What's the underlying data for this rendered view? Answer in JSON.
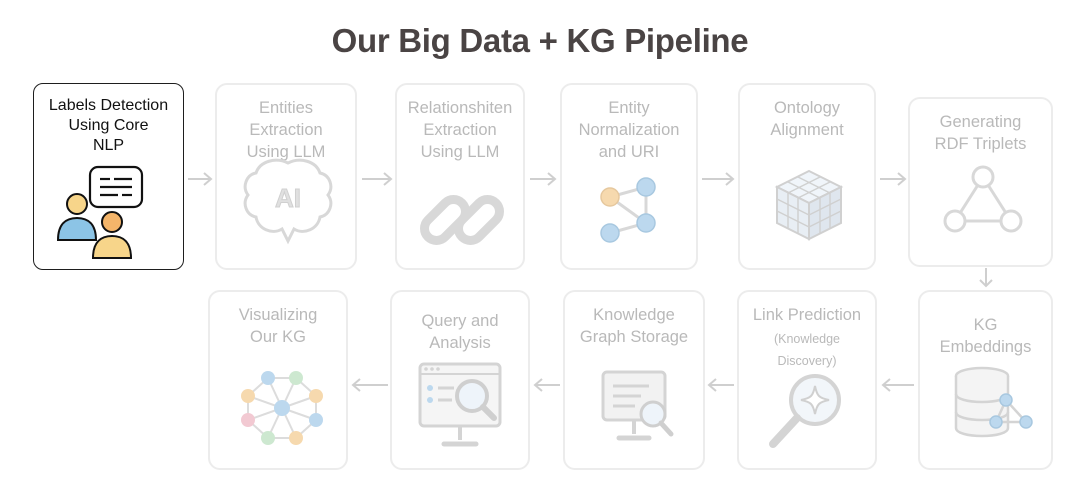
{
  "title": "Our Big Data + KG Pipeline",
  "steps": [
    {
      "label": "Labels Detection\nUsing Core\nNLP",
      "icon": "people-chat-icon",
      "active": true
    },
    {
      "label": "Entities Extraction\nUsing LLM",
      "icon": "ai-brain-icon"
    },
    {
      "label": "Relationshiten\nExtraction\nUsing LLM",
      "icon": "chain-link-icon"
    },
    {
      "label": "Entity\nNormalization\nand URI",
      "icon": "node-graph-icon"
    },
    {
      "label": "Ontology\nAlignment",
      "icon": "cube-icon"
    },
    {
      "label": "Generating\nRDF Triplets",
      "icon": "triangle-graph-icon"
    },
    {
      "label": "KG\nEmbeddings",
      "icon": "database-icon"
    },
    {
      "label": "Link Prediction",
      "sublabel": "(Knowledge Discovery)",
      "icon": "sparkle-magnifier-icon"
    },
    {
      "label": "Knowledge\nGraph Storage",
      "icon": "monitor-search-icon"
    },
    {
      "label": "Query and\nAnalysis",
      "icon": "search-screen-icon"
    },
    {
      "label": "Visualizing\nOur KG",
      "icon": "network-icon"
    }
  ],
  "colors": {
    "title": "#4a4444",
    "faded_border": "#ececec",
    "faded_text": "#b9b9b9",
    "faded_icon": "#d8d8d8",
    "active_border": "#1e1e1e",
    "person_yellow": "#f7d58a",
    "person_orange": "#f4b56a",
    "person_blue": "#8cc4e6",
    "node_blue": "#bcd8ee",
    "node_orange": "#f6d9ae",
    "node_pink": "#f2c9d2",
    "node_green": "#cde8d0"
  }
}
